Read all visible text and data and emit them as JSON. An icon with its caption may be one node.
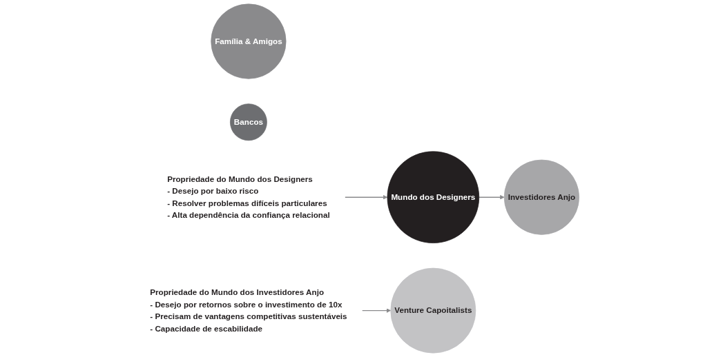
{
  "diagram": {
    "nodes": [
      {
        "text": [
          "Mundo dos Designers"
        ]
      },
      {
        "text": [
          "Família & Amigos"
        ]
      },
      {
        "text": [
          "Investidores Anjo"
        ]
      },
      {
        "text": [
          "Venture Capoitalists"
        ]
      },
      {
        "text": [
          "Bancos"
        ]
      },
      {
        "text": [
          "Propriedade do Mundo dos Designers",
          "- Desejo por baixo risco",
          "- Resolver problemas difíceis particulares",
          "- Alta dependência da confiança relacional"
        ]
      },
      {
        "text": [
          "Propriedade do Mundo dos Investidores Anjo",
          "- Desejo por retornos sobre o investimento de 10x",
          "- Precisam de vantagens competitivas sustentáveis",
          "- Capacidade de escabilidade"
        ]
      }
    ],
    "edges": [
      {
        "from": 0,
        "to": 2,
        "arrow": "to"
      },
      {
        "from": 6,
        "to": 3,
        "arrow": "to"
      },
      {
        "from": 5,
        "to": 0,
        "arrow": "to"
      }
    ]
  }
}
